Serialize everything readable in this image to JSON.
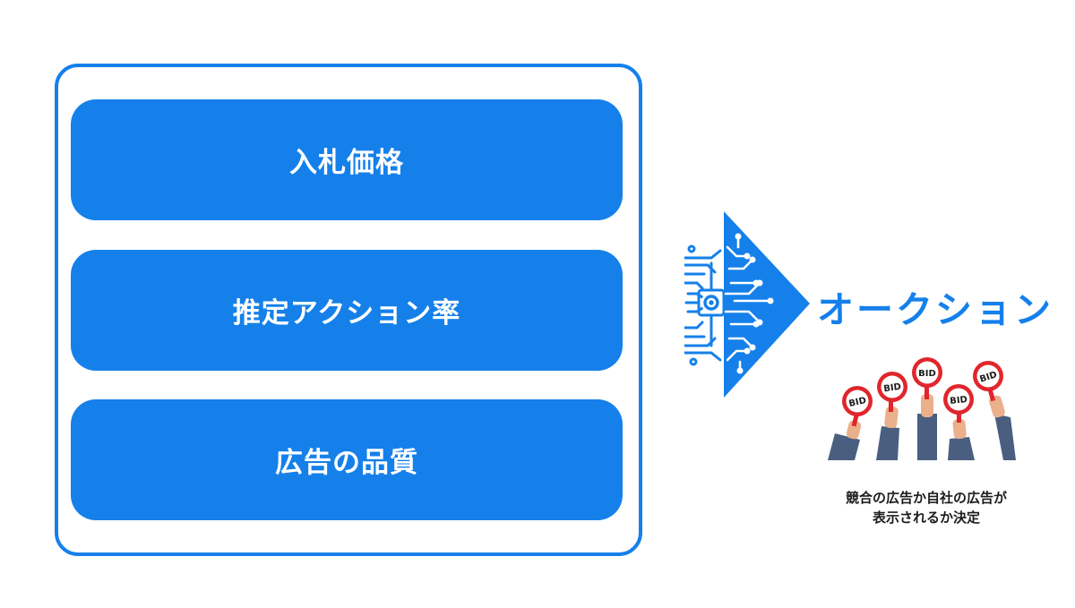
{
  "factors": [
    {
      "label": "入札価格"
    },
    {
      "label": "推定アクション率"
    },
    {
      "label": "広告の品質"
    }
  ],
  "auction": {
    "title": "オークション",
    "paddle_label": "BID",
    "caption_line1": "競合の広告か自社の広告が",
    "caption_line2": "表示されるか決定"
  },
  "colors": {
    "accent": "#1580ea",
    "paddle": "#e0262c",
    "sleeve": "#4a5f7f",
    "skin": "#e9b08b"
  }
}
